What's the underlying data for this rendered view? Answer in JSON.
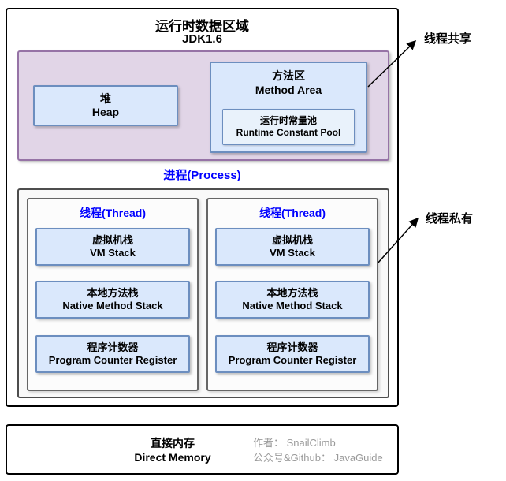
{
  "colors": {
    "blue_box_fill": "#DAE8FC",
    "blue_box_border": "#6C8EBF",
    "purple_region_fill": "#E1D5E7",
    "purple_region_border": "#9673A6",
    "accent_text_blue": "#0000FF",
    "outer_border_black": "#000000",
    "gray_border": "#666666",
    "credit_text_gray": "#9A9A9A"
  },
  "diagram": {
    "title": "运行时数据区域",
    "subtitle": "JDK1.6",
    "shared_region": {
      "heap": {
        "zh": "堆",
        "en": "Heap"
      },
      "method_area": {
        "zh": "方法区",
        "en": "Method Area"
      },
      "runtime_constant_pool": {
        "zh": "运行时常量池",
        "en": "Runtime Constant Pool"
      }
    },
    "process_label": "进程(Process)",
    "threads": [
      {
        "label": "线程(Thread)",
        "boxes": [
          {
            "zh": "虚拟机栈",
            "en": "VM Stack"
          },
          {
            "zh": "本地方法栈",
            "en": "Native Method Stack"
          },
          {
            "zh": "程序计数器",
            "en": "Program Counter Register"
          }
        ]
      },
      {
        "label": "线程(Thread)",
        "boxes": [
          {
            "zh": "虚拟机栈",
            "en": "VM Stack"
          },
          {
            "zh": "本地方法栈",
            "en": "Native Method Stack"
          },
          {
            "zh": "程序计数器",
            "en": "Program Counter Register"
          }
        ]
      }
    ],
    "annotations": {
      "shared": "线程共享",
      "private": "线程私有"
    },
    "direct_memory": {
      "zh": "直接内存",
      "en": "Direct Memory"
    },
    "credits": {
      "author": "作者： SnailClimb",
      "github": "公众号&Github： JavaGuide"
    }
  }
}
